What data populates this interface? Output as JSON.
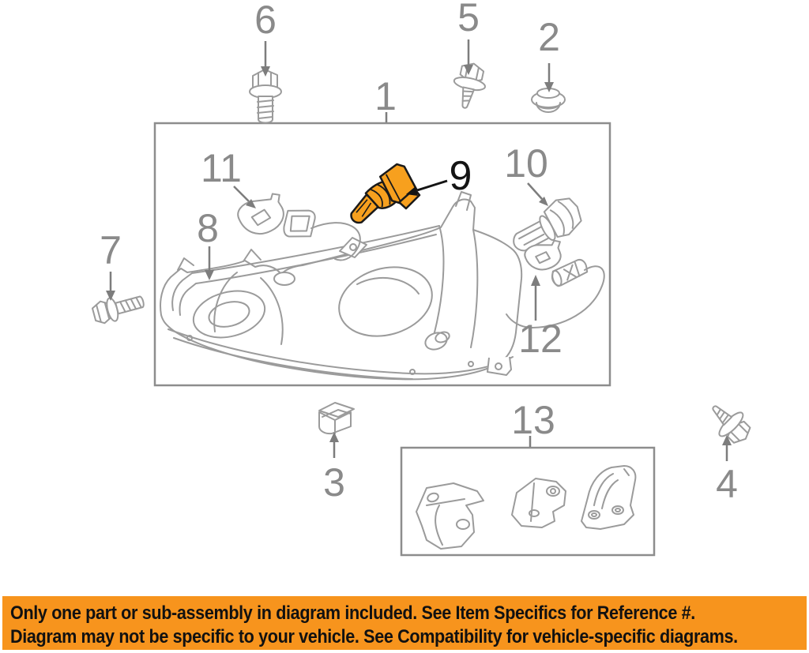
{
  "colors": {
    "banner_bg": "#F7941D",
    "banner_text": "#111111",
    "highlight_part": "#F7A01E",
    "highlight_outline": "#1A1A1A",
    "line_art": "#9B9B9B",
    "callout_text": "#8A8A8A",
    "highlight_callout_text": "#141414",
    "frame_border": "#8D8D8D"
  },
  "banner": {
    "line1": "Only one part or sub-assembly in diagram included. See Item Specifics for Reference #.",
    "line2": "Diagram may not be specific to your vehicle. See Compatibility for vehicle-specific diagrams."
  },
  "callouts": [
    {
      "label": "1",
      "part": "headlamp-assembly-box",
      "highlighted": false
    },
    {
      "label": "2",
      "part": "grommet",
      "highlighted": false
    },
    {
      "label": "3",
      "part": "retainer-clip",
      "highlighted": false
    },
    {
      "label": "4",
      "part": "screw",
      "highlighted": false
    },
    {
      "label": "5",
      "part": "screw-with-washer",
      "highlighted": false
    },
    {
      "label": "6",
      "part": "flange-bolt",
      "highlighted": false
    },
    {
      "label": "7",
      "part": "flange-bolt",
      "highlighted": false
    },
    {
      "label": "8",
      "part": "headlamp-housing",
      "highlighted": false
    },
    {
      "label": "9",
      "part": "headlamp-bulb",
      "highlighted": true
    },
    {
      "label": "10",
      "part": "bulb-socket",
      "highlighted": false
    },
    {
      "label": "11",
      "part": "signal-bulb",
      "highlighted": false
    },
    {
      "label": "12",
      "part": "marker-bulb-and-socket",
      "highlighted": false
    },
    {
      "label": "13",
      "part": "bracket-kit-box",
      "highlighted": false
    }
  ]
}
